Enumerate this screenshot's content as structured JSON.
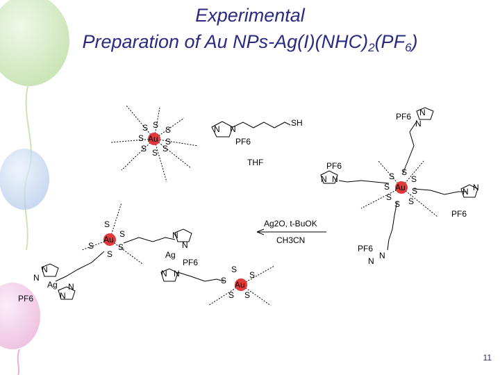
{
  "slide": {
    "title_line1": "Experimental",
    "title_line2_prefix": "Preparation of Au NPs-Ag(I)(NHC)",
    "title_sub1": "2",
    "title_line2_mid": "(PF",
    "title_sub2": "6",
    "title_line2_end": ")",
    "page_number": "11"
  },
  "scheme": {
    "reagent1_anion": "PF6",
    "reagent1_sh": "SH",
    "solvent1": "THF",
    "reagent2_line1": "Ag2O, t-BuOK",
    "reagent2_line2": "CH3CN",
    "center_atom": "Au",
    "sulfur": "S",
    "ag_atom": "Ag",
    "n_atom": "N",
    "pf6": "PF6"
  },
  "colors": {
    "title": "#2a2a80",
    "gold_atom": "#e23a3a",
    "balloon_green": "#c8e6b4",
    "balloon_pink": "#f2c2e4",
    "balloon_blue": "#c6d8f0"
  }
}
